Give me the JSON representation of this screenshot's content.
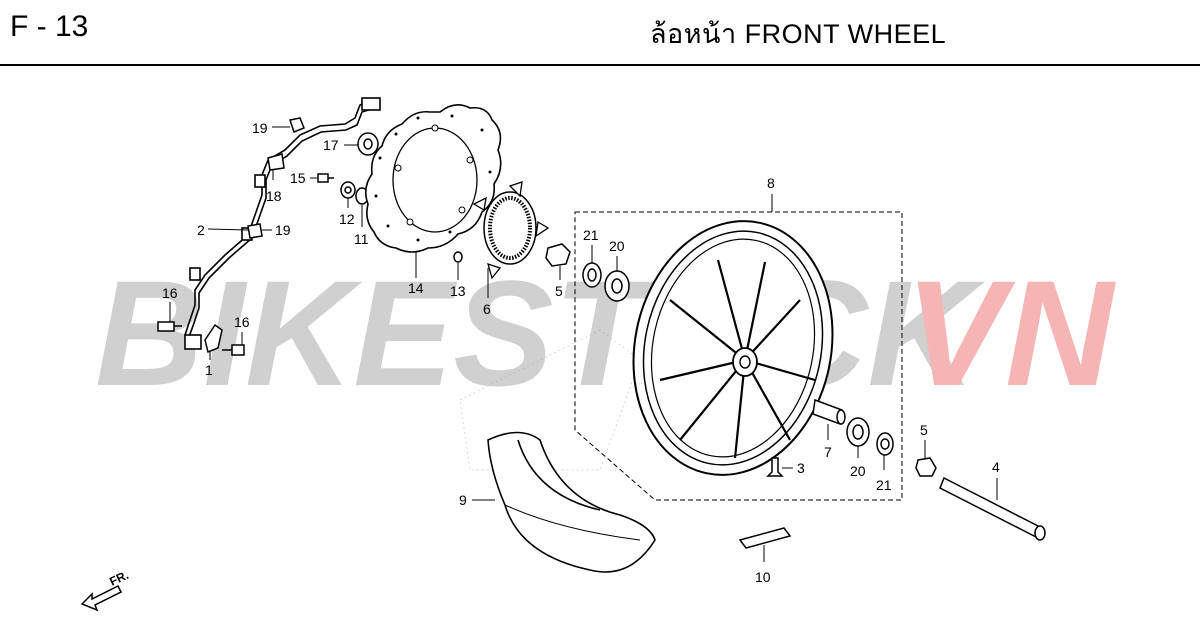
{
  "header": {
    "code": "F - 13",
    "title": "ล้อหน้า  FRONT WHEEL"
  },
  "watermark": {
    "text_gray": "BIKESTOCK",
    "text_red": "VN",
    "color_gray": "#c8c8c8",
    "color_red": "#f4a9a9"
  },
  "direction_arrow": {
    "label": "FR."
  },
  "callouts": {
    "c1": "1",
    "c2": "2",
    "c3": "3",
    "c4": "4",
    "c5a": "5",
    "c5b": "5",
    "c6": "6",
    "c7": "7",
    "c8": "8",
    "c9": "9",
    "c10": "10",
    "c11": "11",
    "c12": "12",
    "c13": "13",
    "c14": "14",
    "c15": "15",
    "c16a": "16",
    "c16b": "16",
    "c17": "17",
    "c18": "18",
    "c19a": "19",
    "c19b": "19",
    "c20a": "20",
    "c20b": "20",
    "c21a": "21",
    "c21b": "21"
  }
}
